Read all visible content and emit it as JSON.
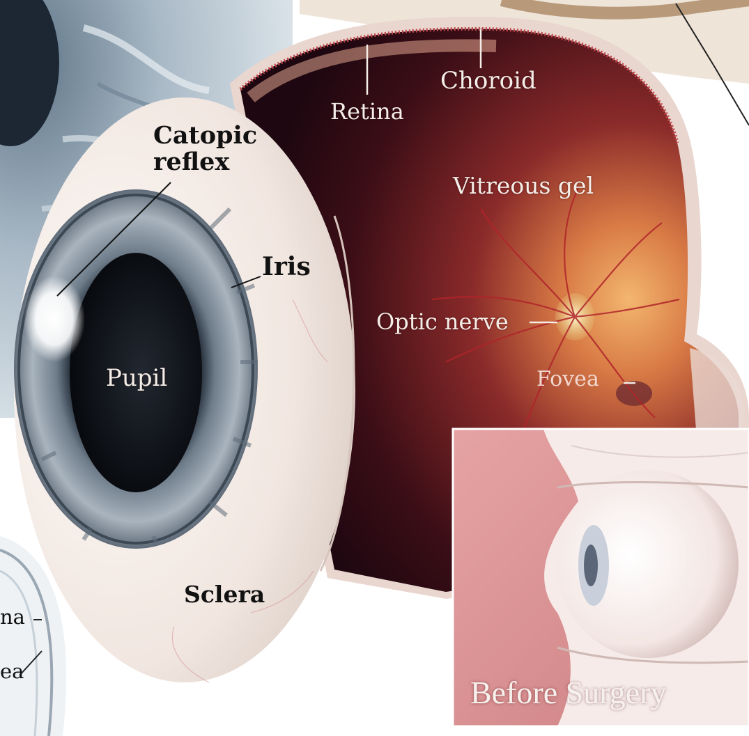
{
  "labels": {
    "catopic_line1": "Catopic",
    "catopic_line2": "reflex",
    "retina": "Retina",
    "choroid": "Choroid",
    "vitreous_gel": "Vitreous gel",
    "iris": "Iris",
    "optic_nerve": "Optic nerve",
    "fovea": "Fovea",
    "pupil": "Pupil",
    "sclera": "Sclera",
    "partial_left_retina": "na",
    "partial_left_fovea": "ea"
  },
  "inset": {
    "caption": "Before Surgery"
  },
  "colors": {
    "sclera": "#f3ebe6",
    "iris": "#8a97a4",
    "pupil": "#0c0f14",
    "interior": "#3a0d14",
    "inset_skin": "#d98f91"
  }
}
